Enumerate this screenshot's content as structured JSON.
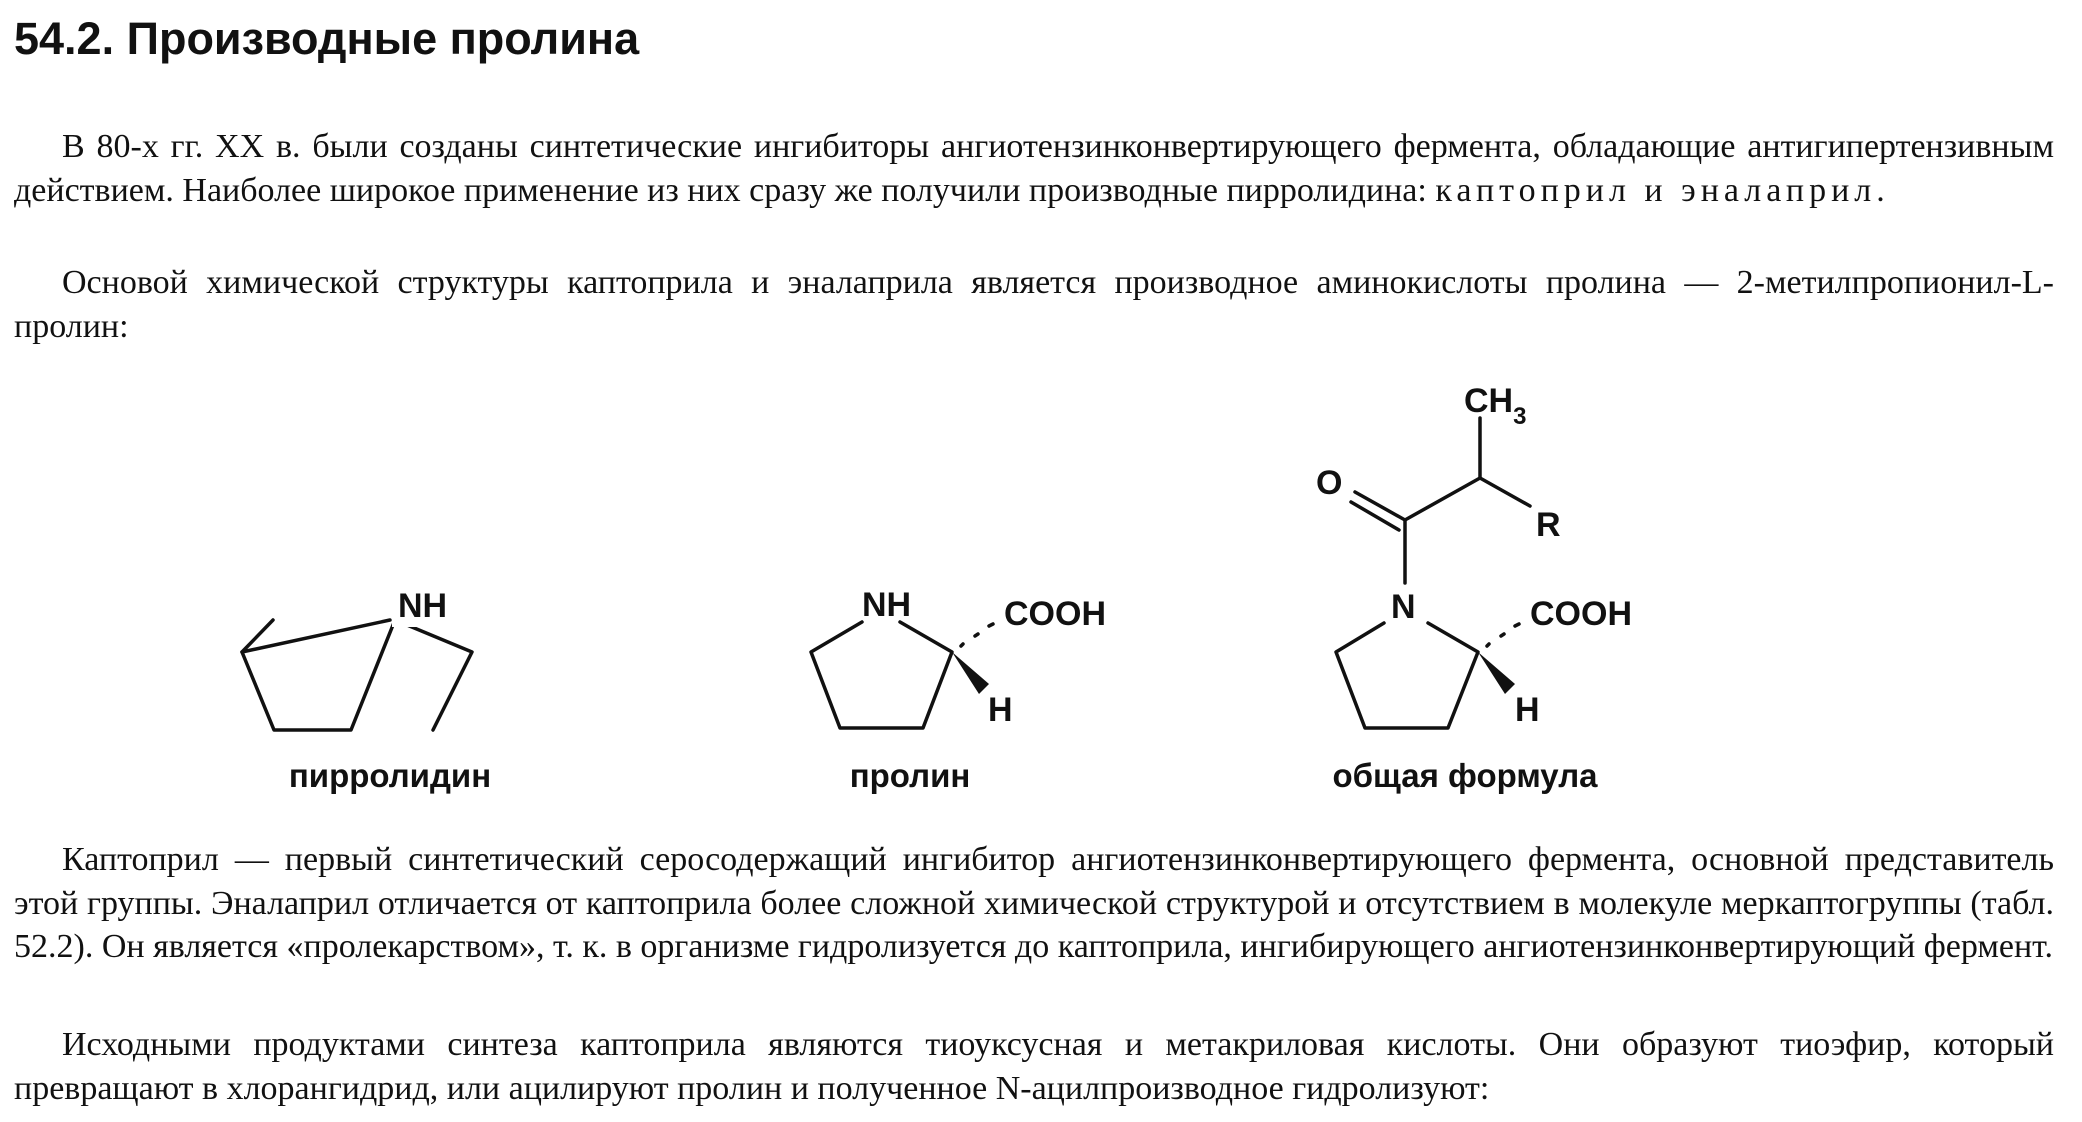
{
  "section": {
    "number": "54.2.",
    "title": "Производные пролина"
  },
  "paragraphs": {
    "p1_a": "В 80-х гг. XX в. были созданы синтетические ингибиторы ангиотензинконвертирующего фермента, обладающие антигипертензивным действием. Наиболее широкое применение из них сразу же получили производные пирролидина: ",
    "p1_b": "каптоприл и эналаприл.",
    "p2": "Основой химической структуры каптоприла и эналаприла является производное аминокислоты пролина — 2-метилпропионил-L-пролин:",
    "p3": "Каптоприл — первый синтетический серосодержащий ингибитор ангиотензинконвертирующего фермента, основной представитель этой группы. Эналаприл отличается от каптоприла более сложной химической структурой и отсутствием в молекуле меркаптогруппы (табл. 52.2). Он является «пролекарством», т. к. в организме гидролизуется до каптоприла, ингибирующего ангиотензинконвертирующий фермент.",
    "p4": "Исходными продуктами синтеза каптоприла являются тиоуксусная и метакриловая кислоты. Они образуют тиоэфир, который превращают в хлорангидрид, или ацилируют пролин и полученное N-ацилпроизводное гидролизуют:"
  },
  "structures": {
    "pyrrolidine": {
      "caption": "пирролидин",
      "atom_nh": "NH"
    },
    "proline": {
      "caption": "пролин",
      "atom_nh": "NH",
      "group_cooh": "COOH",
      "atom_h": "H"
    },
    "general": {
      "caption": "общая формула",
      "atom_n": "N",
      "group_cooh": "COOH",
      "atom_h": "H",
      "atom_o": "O",
      "group_r": "R",
      "ch3_c": "CH",
      "ch3_sub": "3"
    }
  }
}
